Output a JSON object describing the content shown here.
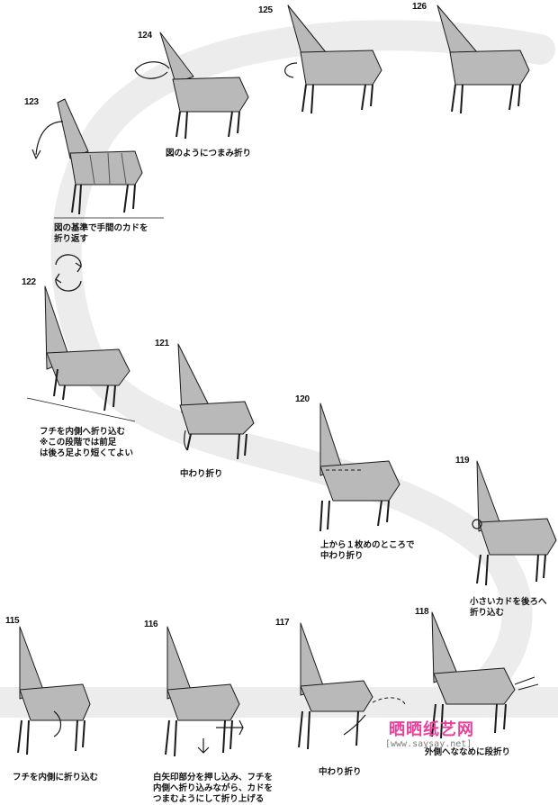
{
  "steps": [
    {
      "num": "123",
      "caption": [
        "図の基準で手間のカドを",
        "折り返す"
      ]
    },
    {
      "num": "124",
      "caption": [
        "図のようにつまみ折り"
      ]
    },
    {
      "num": "125",
      "caption": []
    },
    {
      "num": "126",
      "caption": []
    },
    {
      "num": "122",
      "caption": [
        "フチを内側へ折り込む",
        "※この段階では前足",
        "は後ろ足より短くてよい"
      ]
    },
    {
      "num": "121",
      "caption": [
        "中わり折り"
      ]
    },
    {
      "num": "120",
      "caption": [
        "上から１枚めのところで",
        "中わり折り"
      ]
    },
    {
      "num": "119",
      "caption": [
        "小さいカドを後ろへ",
        "折り込む"
      ]
    },
    {
      "num": "115",
      "caption": [
        "フチを内側に折り込む"
      ]
    },
    {
      "num": "116",
      "caption": [
        "白矢印部分を押し込み、フチを",
        "内側へ折り込みながら、カドを",
        "つまむようにして折り上げる"
      ]
    },
    {
      "num": "117",
      "caption": [
        "中わり折り"
      ]
    },
    {
      "num": "118",
      "caption": [
        "外側へななめに段折り"
      ]
    }
  ],
  "watermark": {
    "text": "晒晒纸艺网",
    "url": "[www.saysay.net]",
    "color": "#ea3f9a"
  },
  "colors": {
    "paper": "#b9b9b9",
    "paper_dark": "#8e8e8e",
    "outline": "#1a1a1a",
    "path": "#ececec"
  }
}
